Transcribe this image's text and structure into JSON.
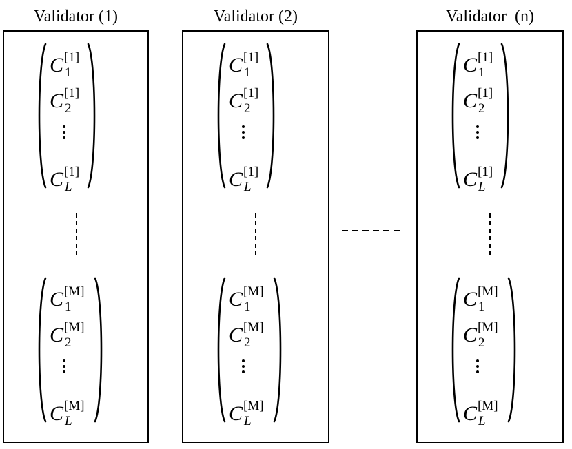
{
  "validators": [
    {
      "title": "Validator (1)",
      "groups": [
        {
          "sup": "[1]",
          "subs": [
            "1",
            "2",
            "L"
          ]
        },
        {
          "sup": "[M]",
          "subs": [
            "1",
            "2",
            "L"
          ]
        }
      ]
    },
    {
      "title": "Validator (2)",
      "groups": [
        {
          "sup": "[1]",
          "subs": [
            "1",
            "2",
            "L"
          ]
        },
        {
          "sup": "[M]",
          "subs": [
            "1",
            "2",
            "L"
          ]
        }
      ]
    },
    {
      "title": "Validator  (n)",
      "groups": [
        {
          "sup": "[1]",
          "subs": [
            "1",
            "2",
            "L"
          ]
        },
        {
          "sup": "[M]",
          "subs": [
            "1",
            "2",
            "L"
          ]
        }
      ]
    }
  ],
  "symbol": "C"
}
